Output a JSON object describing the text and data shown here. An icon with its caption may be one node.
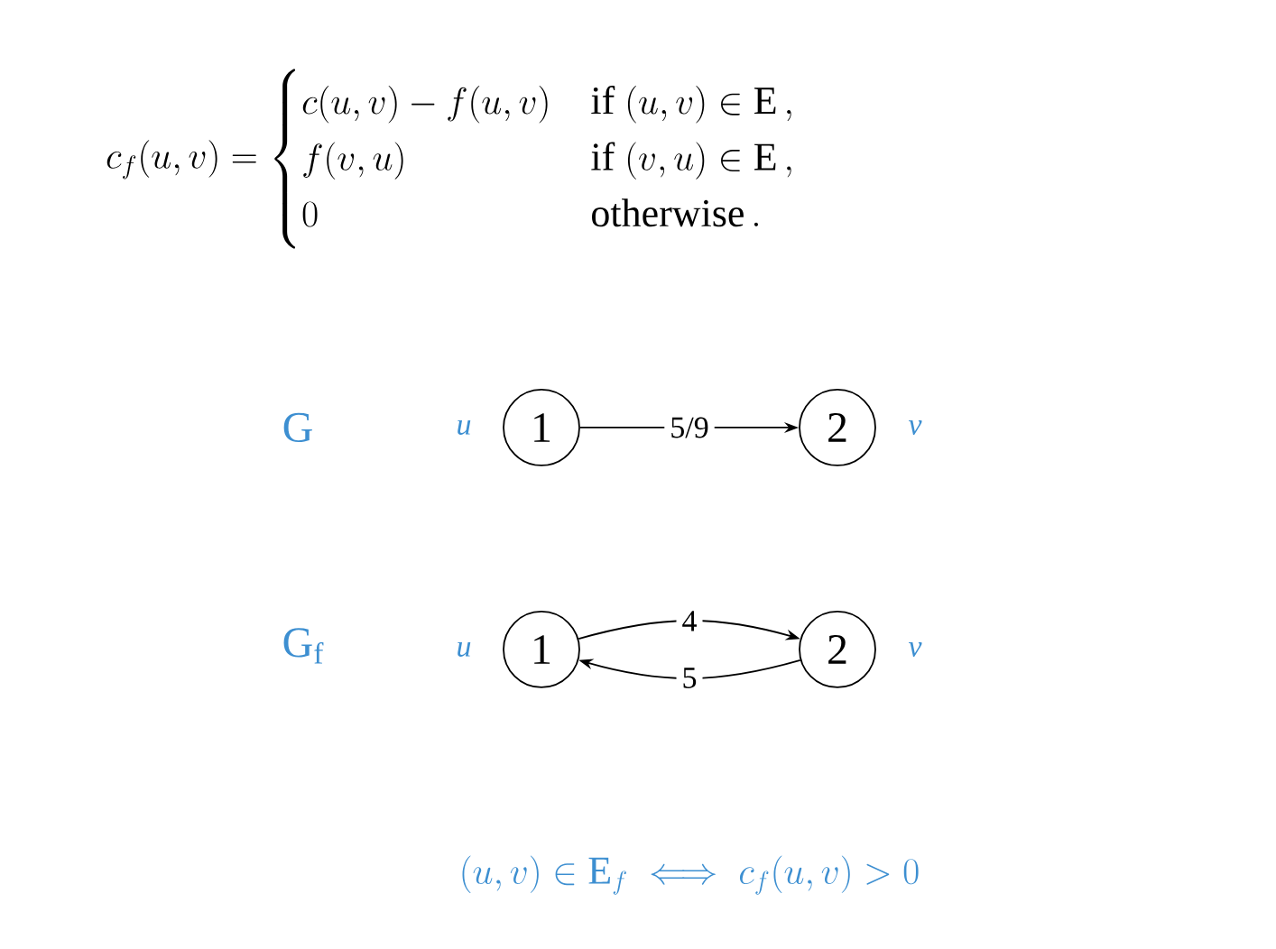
{
  "diagram": {
    "nodes": [
      {
        "text": [
          "1"
        ],
        "beside": [
          "u"
        ]
      },
      {
        "text": [
          "2"
        ],
        "beside": [
          "v"
        ]
      },
      {
        "text": [
          "1"
        ],
        "beside": [
          "u"
        ]
      },
      {
        "text": [
          "2"
        ],
        "beside": [
          "v"
        ]
      }
    ],
    "edges": [
      {
        "from": 0,
        "to": 1,
        "arrow": "to",
        "label": "5/9"
      },
      {
        "from": 2,
        "to": 3,
        "arrow": "to",
        "label": "4"
      },
      {
        "from": 3,
        "to": 2,
        "arrow": "to",
        "label": "5"
      }
    ],
    "labels": [
      "c_f(u,v) = \\begin{cases} c(u,v) - f(u,v) & \\text{if } (u,v) \\in \\mathrm{E}\\,, \\\\ f(v,u) & \\text{if } (v,u) \\in \\mathrm{E}\\,, \\\\ 0 & \\text{otherwise}\\,. \\end{cases}",
      "G",
      "G$_{f}$",
      "(u,v) \\in \\mathrm{E}_f \\iff c_f(u,v) > 0"
    ]
  }
}
